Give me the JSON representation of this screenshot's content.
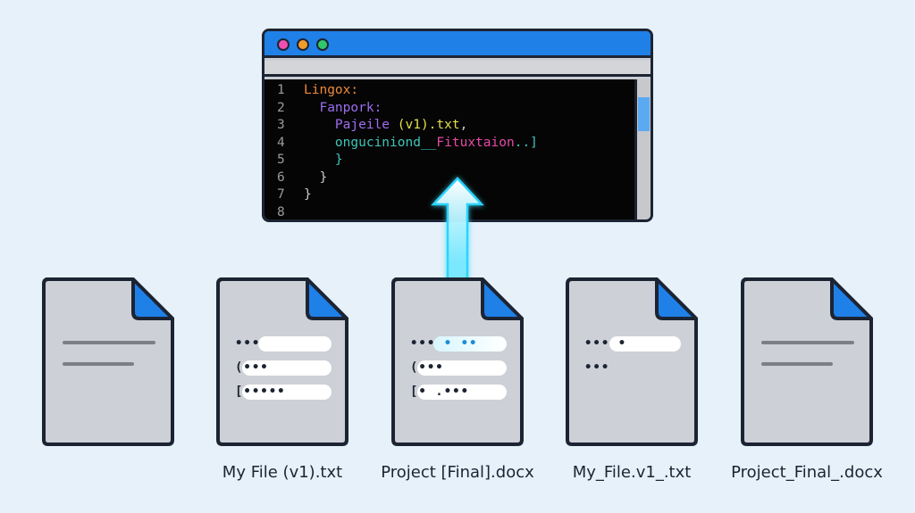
{
  "window": {
    "traffic_lights": [
      "#ee4fb0",
      "#f39a2c",
      "#2fc86a"
    ],
    "title_bar_color": "#1f80e8",
    "code_lines": [
      {
        "num": "1",
        "parts": [
          {
            "t": "Lingox:",
            "c": "#f08a3c"
          }
        ]
      },
      {
        "num": "2",
        "parts": [
          {
            "t": "  Fanpork:",
            "c": "#9b6df0"
          }
        ]
      },
      {
        "num": "3",
        "parts": [
          {
            "t": "    Pajeile ",
            "c": "#a06cf0"
          },
          {
            "t": "(v1).txt",
            "c": "#e5e04a"
          },
          {
            "t": ",",
            "c": "#cccccc"
          }
        ]
      },
      {
        "num": "4",
        "parts": [
          {
            "t": "    onguciniond__",
            "c": "#3fc6b8"
          },
          {
            "t": "Fituxtaion",
            "c": "#e54aa8"
          },
          {
            "t": "..]",
            "c": "#3fc6b8"
          }
        ]
      },
      {
        "num": "5",
        "parts": [
          {
            "t": "    }",
            "c": "#3fc6b8"
          }
        ]
      },
      {
        "num": "6",
        "parts": [
          {
            "t": "  }",
            "c": "#cccccc"
          }
        ]
      },
      {
        "num": "7",
        "parts": [
          {
            "t": "}",
            "c": "#cccccc"
          }
        ]
      },
      {
        "num": "8",
        "parts": []
      }
    ]
  },
  "files": [
    {
      "label": "",
      "kind": "lines"
    },
    {
      "label": "My File (v1).txt",
      "kind": "bars",
      "rows": [
        "•••",
        "(•••",
        "[•••••"
      ]
    },
    {
      "label": "Project [Final].docx",
      "kind": "bars",
      "rows": [
        "••• • ••",
        "(•••",
        "[•  .•••"
      ],
      "highlighted": true
    },
    {
      "label": "My_File.v1_.txt",
      "kind": "partial",
      "rows": [
        "••• •",
        "•••"
      ]
    },
    {
      "label": "Project_Final_.docx",
      "kind": "lines"
    }
  ],
  "accent": "#1f80e8",
  "arrow_color": "#3fe0ff"
}
